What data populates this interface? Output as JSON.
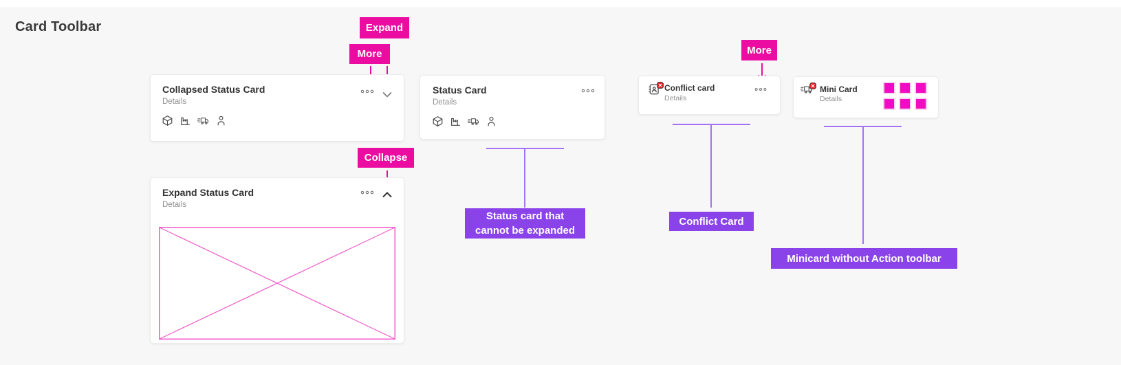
{
  "page": {
    "title": "Card Toolbar"
  },
  "colors": {
    "annotation_magenta": "#eb0ca1",
    "annotation_purple": "#8a43e9",
    "annotation_purple_line": "#a472f2",
    "placeholder_pink": "#ef5bcb",
    "slot_magenta": "#f00cc0",
    "badge_red": "#e02020",
    "card_title": "#333333",
    "card_details": "#8f8f8f",
    "page_background": "#f7f7f8"
  },
  "annotations": {
    "expand": "Expand",
    "more_left": "More",
    "collapse": "Collapse",
    "more_right": "More",
    "status_note_line1": "Status card that",
    "status_note_line2": "cannot be expanded",
    "conflict_note": "Conflict Card",
    "minicard_note": "Minicard without Action toolbar"
  },
  "cards": {
    "collapsed": {
      "title": "Collapsed Status Card",
      "details": "Details"
    },
    "status": {
      "title": "Status Card",
      "details": "Details"
    },
    "expand": {
      "title": "Expand Status Card",
      "details": "Details"
    },
    "conflict": {
      "title": "Conflict card",
      "details": "Details"
    },
    "mini": {
      "title": "Mini Card",
      "details": "Details"
    }
  },
  "toolbar_icons": [
    "cube-icon",
    "factory-icon",
    "truck-icon",
    "person-icon"
  ],
  "header_icons": [
    "more-icon",
    "chevron-down-icon",
    "chevron-up-icon"
  ],
  "badges": [
    "conflict-x-badge"
  ]
}
